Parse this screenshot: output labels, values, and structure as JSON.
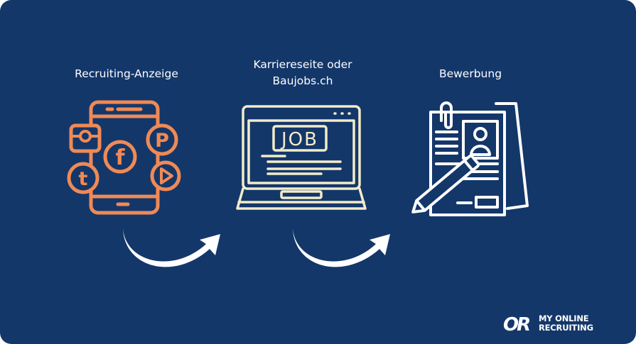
{
  "steps": [
    {
      "label_lines": [
        "Recruiting-Anzeige"
      ],
      "icon": "social-media-phone-icon"
    },
    {
      "label_lines": [
        "Karriereseite oder",
        "Baujobs.ch"
      ],
      "icon": "laptop-job-icon"
    },
    {
      "label_lines": [
        "Bewerbung"
      ],
      "icon": "application-clipboard-icon"
    }
  ],
  "laptop_screen_text": "JOB",
  "phone_app_letters": {
    "facebook": "f",
    "pinterest": "P",
    "tumblr": "t"
  },
  "logo": {
    "mark": "OR",
    "line1": "MY ONLINE",
    "line2": "RECRUITING"
  },
  "colors": {
    "background": "#14376a",
    "phone_icon": "#f08a55",
    "laptop_icon": "#f2ecc9",
    "application_icon": "#ffffff",
    "text": "#ffffff"
  }
}
